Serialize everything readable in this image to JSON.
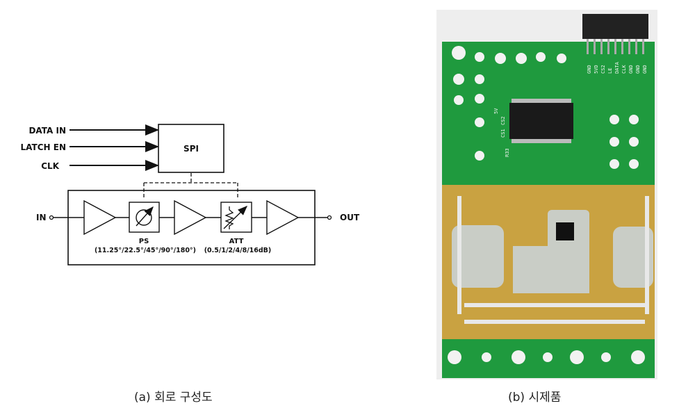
{
  "left_panel": {
    "signals": {
      "data_in": "DATA IN",
      "latch_en": "LATCH EN",
      "clk": "CLK",
      "in": "IN",
      "out": "OUT"
    },
    "blocks": {
      "spi": "SPI",
      "ps_name": "PS",
      "ps_values": "(11.25°/22.5°/45°/90°/180°)",
      "att_name": "ATT",
      "att_values": "(0.5/1/2/4/8/16dB)"
    },
    "caption": "(a) 회로 구성도"
  },
  "right_panel": {
    "caption": "(b) 시제품",
    "silkscreen": {
      "pins": [
        "GND",
        "GND",
        "GND",
        "CLK",
        "DATA",
        "LE",
        "CS2",
        "5VD",
        "GND"
      ],
      "left_marks": [
        "5V",
        "CS1",
        "CS2",
        "R33"
      ],
      "colors": {
        "green_mask": "#1f9a3e",
        "gold": "#c9a241",
        "substrate": "#c9cdc6"
      }
    }
  }
}
